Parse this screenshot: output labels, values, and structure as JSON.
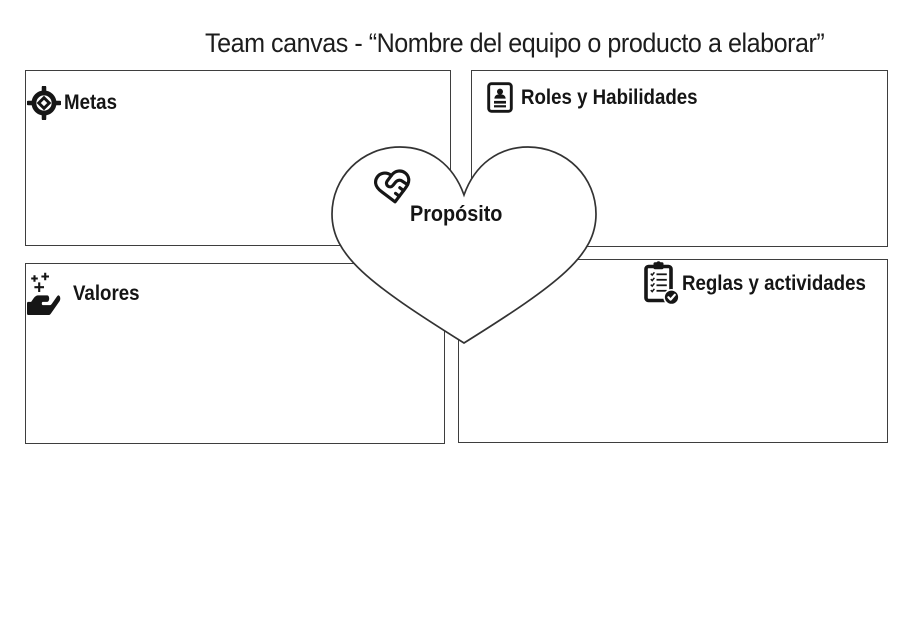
{
  "title": "Team canvas - “Nombre del equipo o producto a elaborar”",
  "sections": {
    "metas": {
      "label": "Metas",
      "icon": "target-icon"
    },
    "roles": {
      "label": "Roles y Habilidades",
      "icon": "id-badge-icon"
    },
    "valores": {
      "label": "Valores",
      "icon": "hand-sparkles-icon"
    },
    "reglas": {
      "label": "Reglas y actividades",
      "icon": "clipboard-check-icon"
    }
  },
  "center": {
    "label": "Propósito",
    "icon": "heart-handshake-icon"
  },
  "colors": {
    "ink": "#161616",
    "box_border": "#3e3e3e",
    "heart_outline": "#333333",
    "background": "#ffffff"
  }
}
